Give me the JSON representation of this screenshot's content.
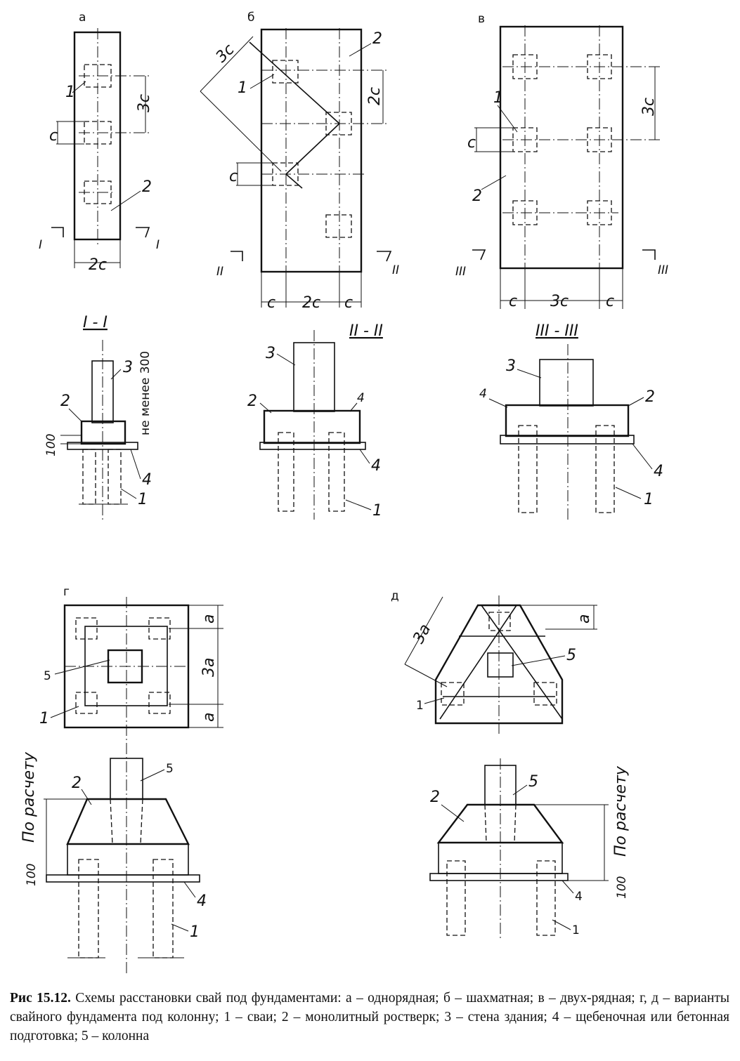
{
  "caption": {
    "figure_number": "Рис 15.12.",
    "text": " Схемы расстановки свай под фундаментами: а – однорядная; б – шахматная; в – двух-рядная; г, д – варианты свайного фундамента под колонну; 1 – сваи; 2 – монолитный ростверк; 3 – стена здания; 4 – щебеночная или бетонная подготовка; 5 – колонна"
  },
  "panels": {
    "a": {
      "letter": "а",
      "labels": {
        "pile": "1",
        "grillage": "2",
        "spacing_3c": "3c",
        "width": "2c",
        "size_c": "c",
        "section_mark": "I"
      }
    },
    "b": {
      "letter": "б",
      "labels": {
        "pile": "1",
        "grillage": "2",
        "diag_3c": "3c",
        "spacing_2c": "2c",
        "size_c": "c",
        "bottom_c_left": "c",
        "bottom_2c": "2c",
        "bottom_c_right": "c",
        "section_mark": "II"
      }
    },
    "v": {
      "letter": "в",
      "labels": {
        "pile": "1",
        "grillage": "2",
        "spacing_3c": "3c",
        "size_c": "c",
        "bottom_c_left": "c",
        "bottom_3c": "3c",
        "bottom_c_right": "c",
        "section_mark": "III"
      }
    },
    "section_1": {
      "title": "I - I",
      "labels": {
        "wall": "3",
        "grillage": "2",
        "dim_100": "100",
        "note": "не менее 300",
        "prep": "4",
        "pile": "1"
      }
    },
    "section_2": {
      "title": "II - II",
      "labels": {
        "wall": "3",
        "grillage": "2",
        "prep_top": "4",
        "prep": "4",
        "pile": "1"
      }
    },
    "section_3": {
      "title": "III - III",
      "labels": {
        "wall": "3",
        "grillage": "2",
        "prep_top": "4",
        "prep": "4",
        "pile": "1"
      }
    },
    "g": {
      "letter": "г",
      "labels": {
        "column": "5",
        "pile": "1",
        "dim_a_top": "a",
        "dim_3a": "3a",
        "dim_a_bottom": "a",
        "grillage": "2",
        "column_elev": "5",
        "calc": "По расчету",
        "dim_100": "100",
        "prep": "4",
        "pile_elev": "1"
      }
    },
    "d": {
      "letter": "д",
      "labels": {
        "column": "5",
        "pile": "1",
        "dim_3a": "3a",
        "dim_a": "a",
        "grillage": "2",
        "column_elev": "5",
        "calc": "По расчету",
        "dim_100": "100",
        "prep": "4",
        "pile_elev": "1"
      }
    }
  }
}
